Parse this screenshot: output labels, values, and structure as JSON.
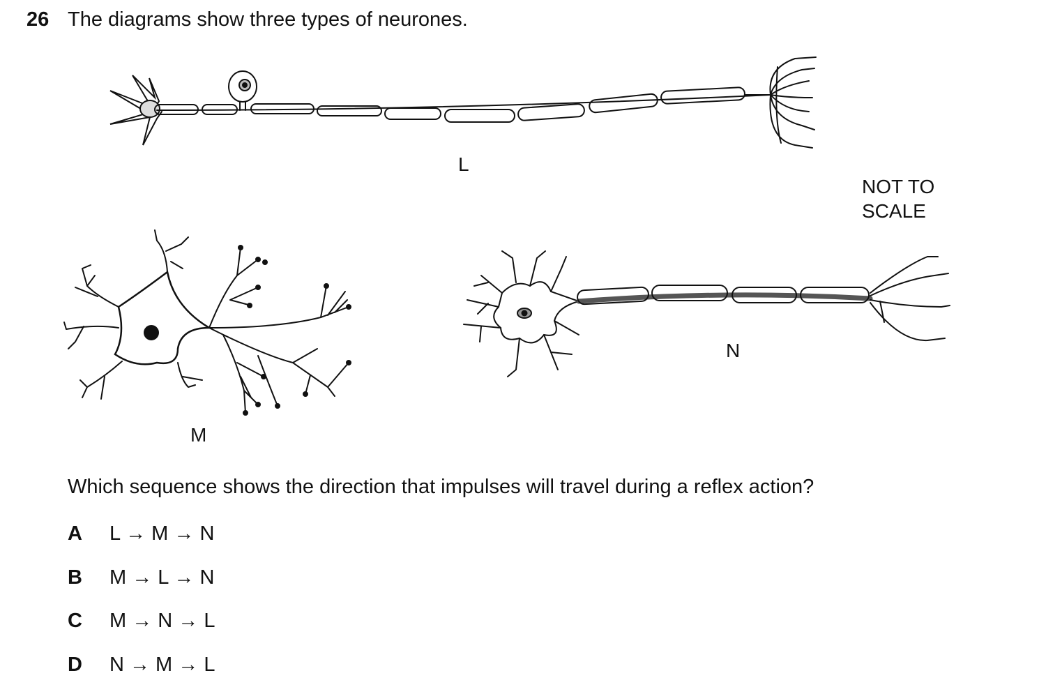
{
  "question": {
    "number": "26",
    "intro": "The diagrams show three types of neurones.",
    "stem": "Which sequence shows the direction that impulses will travel during a reflex action?"
  },
  "figure": {
    "label_l": "L",
    "label_m": "M",
    "label_n": "N",
    "note_line1": "NOT TO",
    "note_line2": "SCALE"
  },
  "options": [
    {
      "letter": "A",
      "text": "L → M → N"
    },
    {
      "letter": "B",
      "text": "M → L → N"
    },
    {
      "letter": "C",
      "text": "M → N → L"
    },
    {
      "letter": "D",
      "text": "N → M → L"
    }
  ]
}
